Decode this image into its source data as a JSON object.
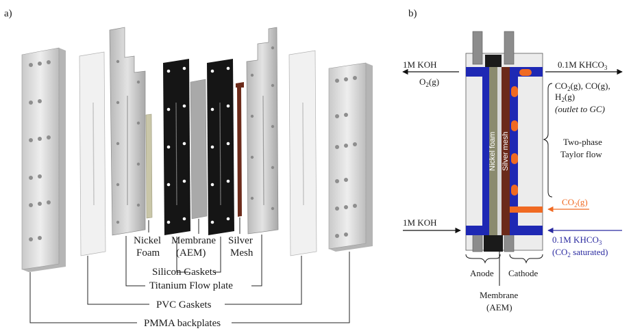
{
  "panel_a": {
    "label": "a)",
    "components": {
      "nickel_foam": [
        "Nickel",
        "Foam"
      ],
      "membrane": [
        "Membrane",
        "(AEM)"
      ],
      "silver_mesh": [
        "Silver",
        "Mesh"
      ],
      "silicon_gaskets": "Silicon Gaskets",
      "titanium_flow_plate": "Titanium Flow plate",
      "pvc_gaskets": "PVC Gaskets",
      "pmma_backplates": "PMMA backplates"
    }
  },
  "panel_b": {
    "label": "b)",
    "inlet_anode": "1M KOH",
    "outlet_anode": "1M KOH",
    "o2": "O",
    "o2_sub": "2",
    "o2_suffix": "(g)",
    "khco3_out": "0.1M KHCO",
    "khco3_out_sub": "3",
    "products_1a": "CO",
    "products_1a_sub": "2",
    "products_1b": "(g), CO(g),",
    "products_2": "H",
    "products_2_sub": "2",
    "products_2b": "(g)",
    "outlet_note": "(outlet to GC)",
    "flow_1": "Two-phase",
    "flow_2": "Taylor flow",
    "co2_gas": "CO",
    "co2_gas_sub": "2",
    "co2_gas_suffix": "(g)",
    "khco3_in": "0.1M KHCO",
    "khco3_in_sub": "3",
    "co2_sat": "(CO",
    "co2_sat_sub": "2",
    "co2_sat_suffix": " saturated)",
    "nickel_foam_vertical": "Nickel foam",
    "silver_mesh_vertical": "Silver mesh",
    "anode": "Anode",
    "cathode": "Cathode",
    "membrane_1": "Membrane",
    "membrane_2": "(AEM)"
  },
  "colors": {
    "electrolyte_blue": "#1e28b4",
    "co2_orange": "#f06a22",
    "text_blue": "#2a2aa0",
    "plate_grey": "#d9d9d9",
    "foam_green": "#8a8a6e",
    "mesh_brown": "#6b2a1a"
  }
}
